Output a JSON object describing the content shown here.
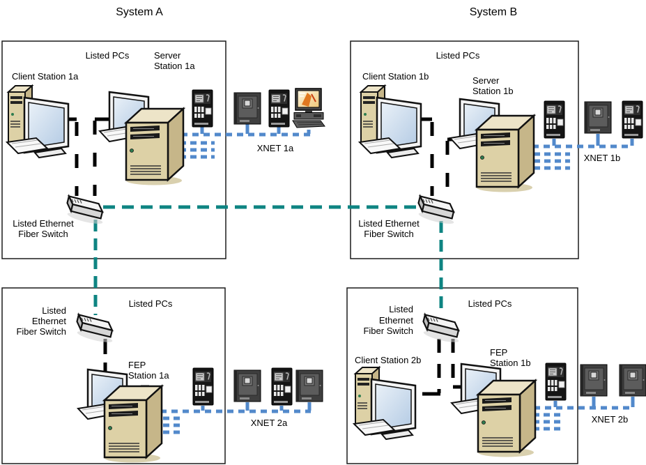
{
  "title_a": "System A",
  "title_b": "System B",
  "colors": {
    "xnet_line": "#5289cb",
    "backbone_line": "#0e8482",
    "connector_line": "#000000",
    "pc_beige": "#ddd1a6"
  },
  "system_a": {
    "top": {
      "listed_pcs": "Listed PCs",
      "client": "Client Station 1a",
      "server_l1": "Server",
      "server_l2": "Station 1a",
      "switch_l1": "Listed Ethernet",
      "switch_l2": "Fiber Switch",
      "xnet": "XNET 1a"
    },
    "bottom": {
      "switch_l1": "Listed",
      "switch_l2": "Ethernet",
      "switch_l3": "Fiber Switch",
      "listed_pcs": "Listed PCs",
      "fep_l1": "FEP",
      "fep_l2": "Station 1a",
      "xnet": "XNET 2a"
    }
  },
  "system_b": {
    "top": {
      "listed_pcs": "Listed PCs",
      "client": "Client Station 1b",
      "server_l1": "Server",
      "server_l2": "Station 1b",
      "switch_l1": "Listed Ethernet",
      "switch_l2": "Fiber Switch",
      "xnet": "XNET 1b"
    },
    "bottom": {
      "switch_l1": "Listed",
      "switch_l2": "Ethernet",
      "switch_l3": "Fiber Switch",
      "listed_pcs": "Listed PCs",
      "client": "Client Station 2b",
      "fep_l1": "FEP",
      "fep_l2": "Station 1b",
      "xnet": "XNET 2b"
    }
  }
}
